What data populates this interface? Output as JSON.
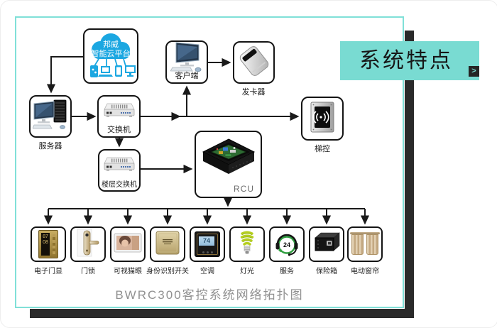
{
  "banner": {
    "label": "系统特点",
    "arrow": ">"
  },
  "diagram": {
    "title": "BWRC300客控系统网络拓扑图",
    "cloud": {
      "line1": "邦威",
      "line2": "智能云平台"
    },
    "nodes": {
      "client": {
        "label": "客户端"
      },
      "card_issuer": {
        "label": "发卡器"
      },
      "server": {
        "label": "服务器"
      },
      "switch": {
        "label": "交换机"
      },
      "floor_switch": {
        "label": "楼层交换机"
      },
      "rcu": {
        "label": "RCU"
      },
      "elevator": {
        "label": "梯控"
      }
    },
    "devices": [
      {
        "label": "电子门显",
        "digits": "8708"
      },
      {
        "label": "门锁"
      },
      {
        "label": "可视猫眼"
      },
      {
        "label": "身份识别开关"
      },
      {
        "label": "空调",
        "reading": "74"
      },
      {
        "label": "灯光"
      },
      {
        "label": "服务",
        "badge": "24"
      },
      {
        "label": "保险箱"
      },
      {
        "label": "电动窗帘"
      }
    ]
  },
  "colors": {
    "teal": "#79dbd2",
    "dark": "#2a2a2a",
    "wire": "#1a1a1a",
    "cloud_blue": "#1ba7e1"
  }
}
